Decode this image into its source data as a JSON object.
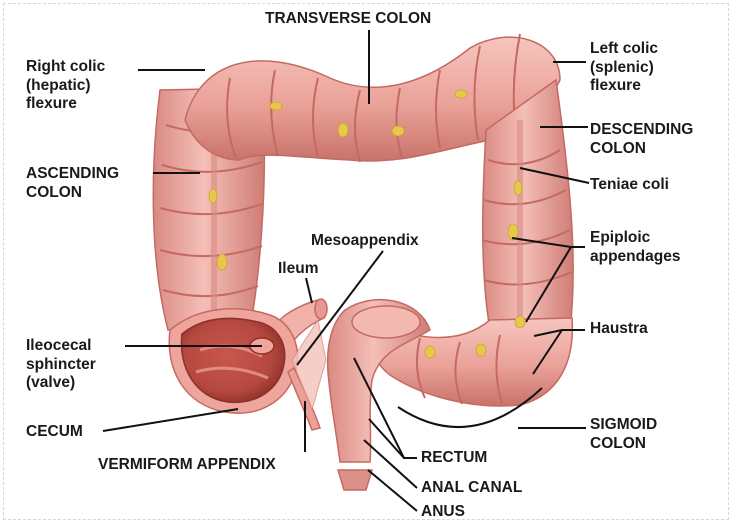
{
  "colors": {
    "tissue": "#eeaaa3",
    "tissue_dark": "#c46a62",
    "tissue_light": "#f7cfc9",
    "fat": "#e8c84a",
    "cecum_inner": "#b5473f",
    "leader": "#111111"
  },
  "labels": {
    "transverse_colon": "TRANSVERSE COLON",
    "right_colic_flexure": "Right colic\n(hepatic)\nflexure",
    "left_colic_flexure": "Left colic\n(splenic)\nflexure",
    "descending_colon": "DESCENDING\nCOLON",
    "teniae_coli": "Teniae coli",
    "ascending_colon": "ASCENDING\nCOLON",
    "mesoappendix": "Mesoappendix",
    "ileum": "Ileum",
    "epiploic_appendages": "Epiploic\nappendages",
    "haustra": "Haustra",
    "ileocecal_sphincter": "Ileocecal\nsphincter\n(valve)",
    "cecum": "CECUM",
    "vermiform_appendix": "VERMIFORM APPENDIX",
    "sigmoid_colon": "SIGMOID\nCOLON",
    "rectum": "RECTUM",
    "anal_canal": "ANAL CANAL",
    "anus": "ANUS"
  }
}
